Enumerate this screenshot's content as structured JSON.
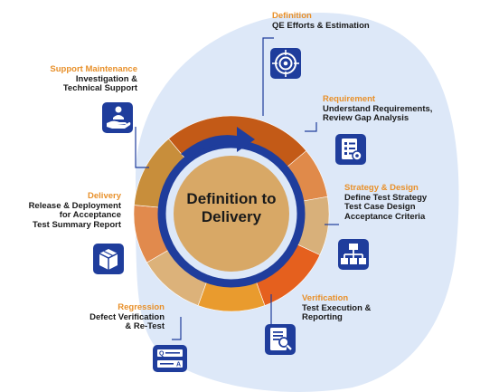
{
  "center": {
    "label": "Definition to\nDelivery"
  },
  "stages": [
    {
      "id": "definition",
      "title": "Definition",
      "desc": "QE Efforts & Estimation",
      "icon": "target-icon"
    },
    {
      "id": "requirement",
      "title": "Requirement",
      "desc": "Understand Requirements,\nReview Gap Analysis",
      "icon": "checklist-gear-icon"
    },
    {
      "id": "strategy",
      "title": "Strategy & Design",
      "desc": "Define Test Strategy\nTest Case Design\nAcceptance Criteria",
      "icon": "hierarchy-icon"
    },
    {
      "id": "verification",
      "title": "Verification",
      "desc": "Test Execution &\nReporting",
      "icon": "report-magnifier-icon"
    },
    {
      "id": "regression",
      "title": "Regression",
      "desc": "Defect Verification\n& Re-Test",
      "icon": "qa-form-icon"
    },
    {
      "id": "delivery",
      "title": "Delivery",
      "desc": "Release & Deployment\nfor Acceptance\nTest Summary Report",
      "icon": "package-box-icon"
    },
    {
      "id": "support",
      "title": "Support Maintenance",
      "desc": "Investigation &\nTechnical Support",
      "icon": "support-hand-icon"
    }
  ],
  "colors": {
    "blob": "#dde8f8",
    "ring_blue": "#1f3d9c",
    "icon_blue": "#1f3d9c",
    "title_orange": "#e8902a",
    "center_fill": "#d8a866"
  }
}
